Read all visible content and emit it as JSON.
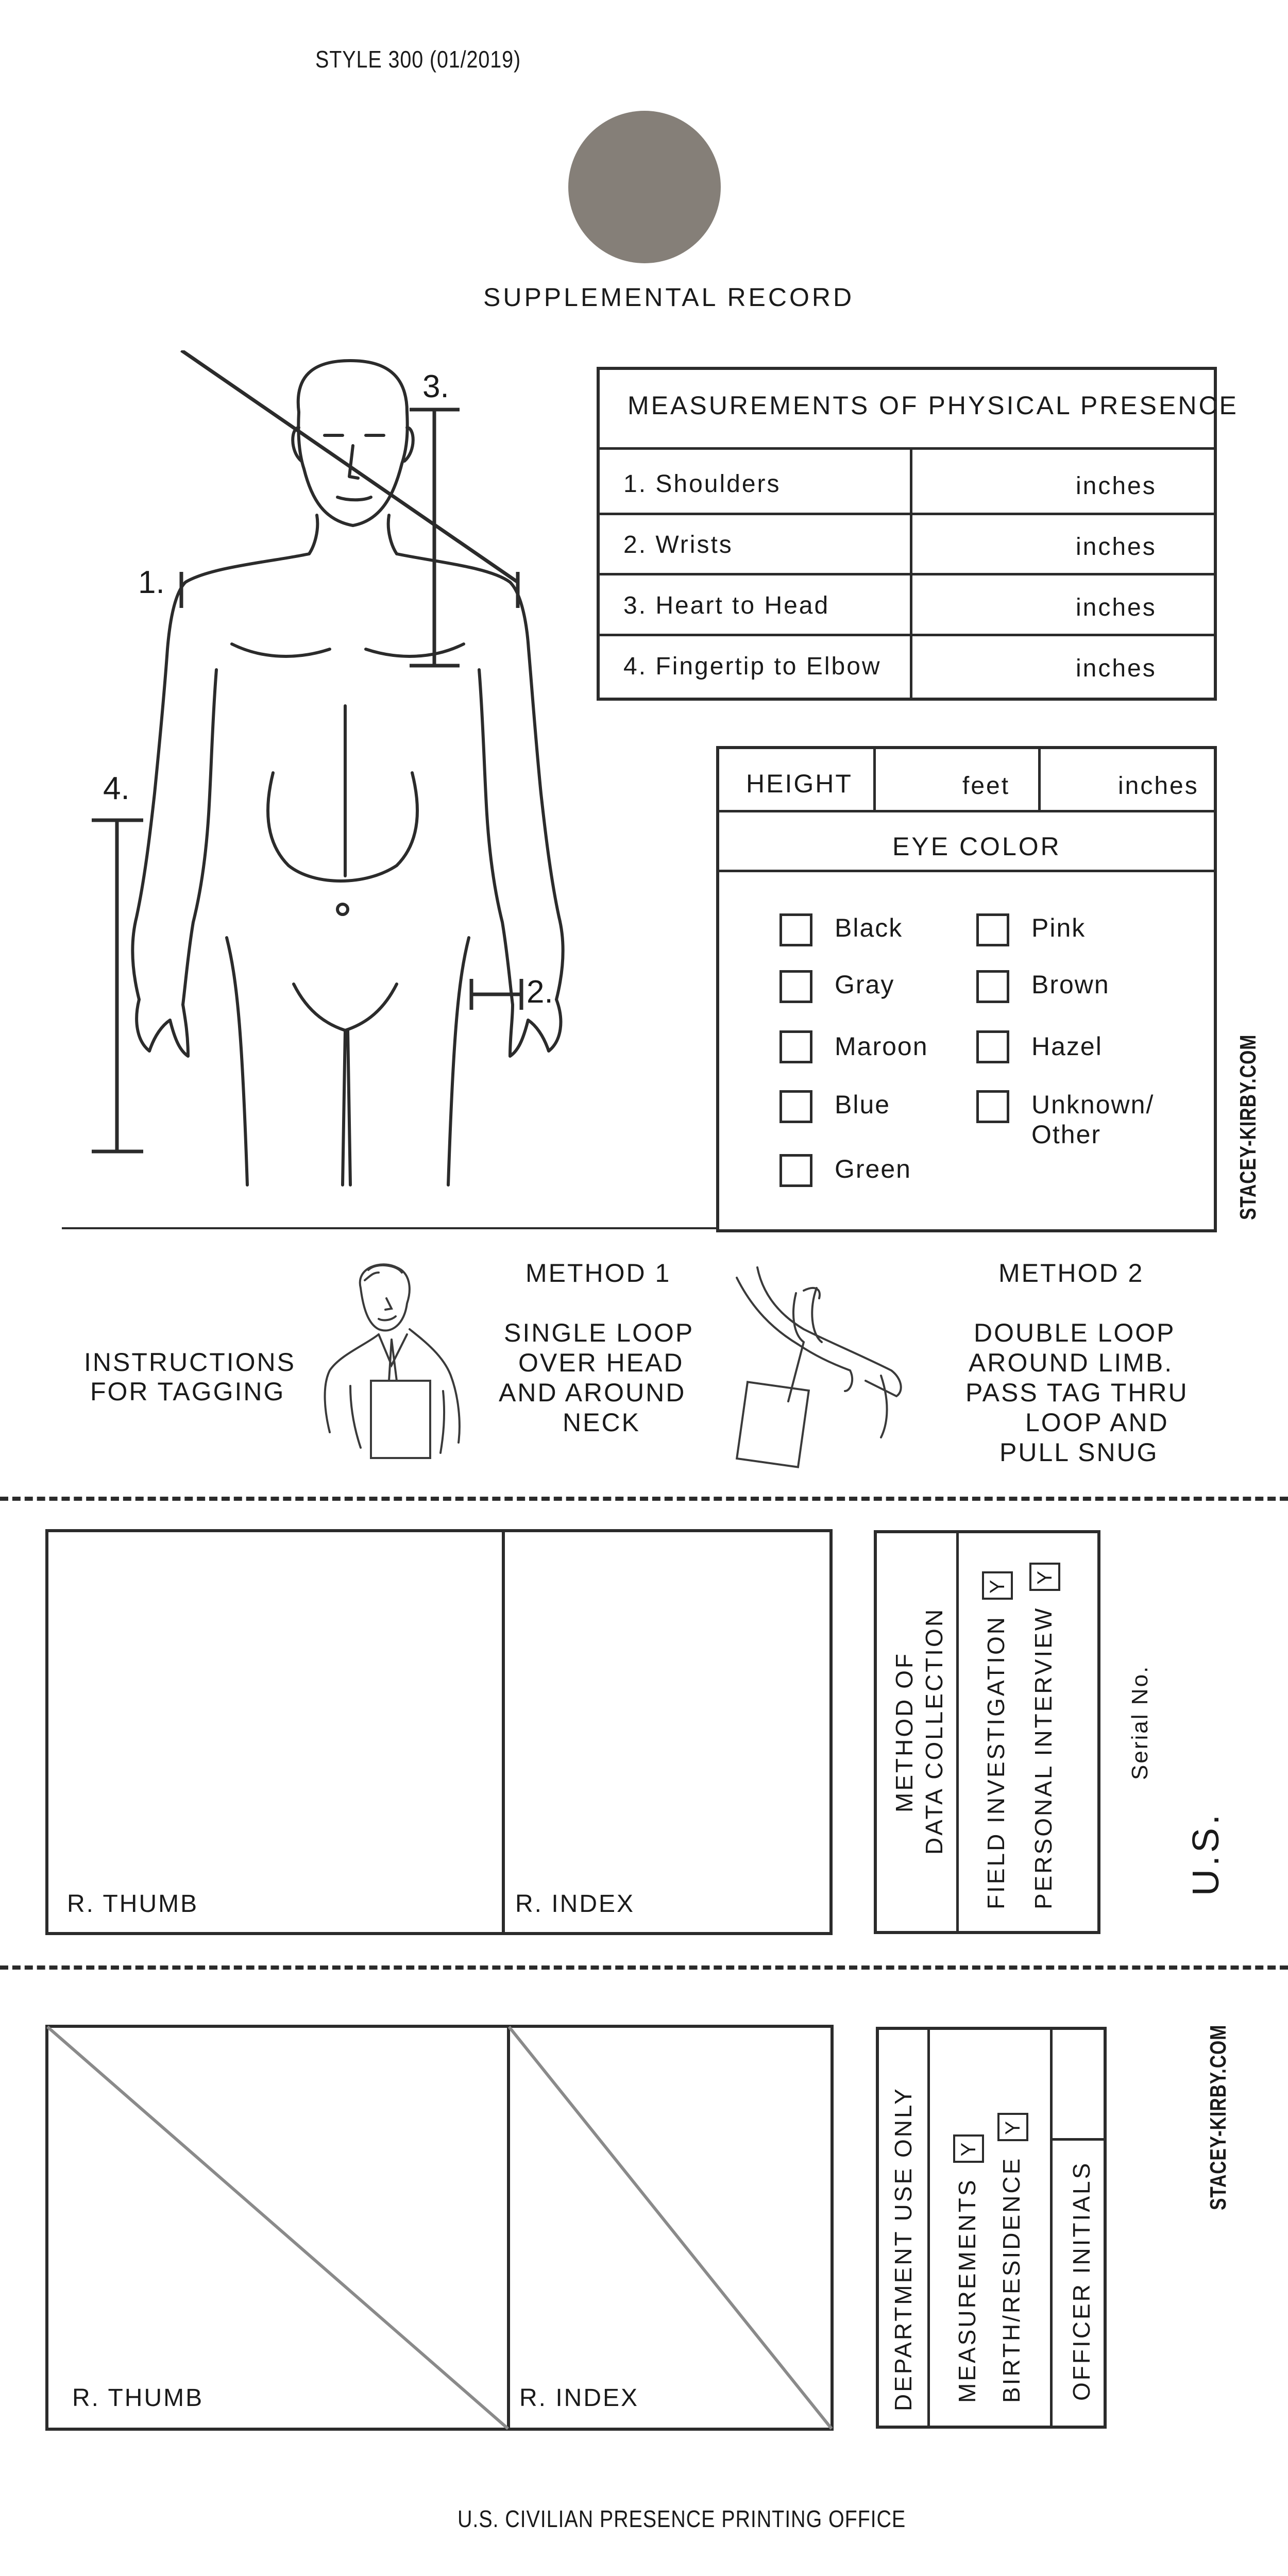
{
  "header": {
    "style_code": "STYLE 300 (01/2019)",
    "title": "SUPPLEMENTAL RECORD"
  },
  "colors": {
    "seal": "#857f78",
    "ink": "#2b2b2b"
  },
  "figure_labels": [
    "1.",
    "2.",
    "3.",
    "4."
  ],
  "measurements": {
    "title": "MEASUREMENTS OF PHYSICAL PRESENCE",
    "rows": [
      {
        "label": "1. Shoulders",
        "unit": "inches"
      },
      {
        "label": "2. Wrists",
        "unit": "inches"
      },
      {
        "label": "3. Heart to Head",
        "unit": "inches"
      },
      {
        "label": "4. Fingertip to Elbow",
        "unit": "inches"
      }
    ]
  },
  "height": {
    "label": "HEIGHT",
    "unit1": "feet",
    "unit2": "inches"
  },
  "eye_color": {
    "title": "EYE COLOR",
    "left": [
      "Black",
      "Gray",
      "Maroon",
      "Blue",
      "Green"
    ],
    "right": [
      "Pink",
      "Brown",
      "Hazel",
      "Unknown/",
      "Other"
    ]
  },
  "side_credit": "STACEY-KIRBY.COM",
  "tagging": {
    "instructions_l1": "INSTRUCTIONS",
    "instructions_l2": "FOR TAGGING",
    "method1_title": "METHOD 1",
    "method1_lines": [
      "SINGLE LOOP",
      "OVER HEAD",
      "AND AROUND",
      "NECK"
    ],
    "method2_title": "METHOD 2",
    "method2_lines": [
      "DOUBLE LOOP",
      "AROUND LIMB.",
      "PASS TAG THRU",
      "LOOP AND",
      "PULL SNUG"
    ]
  },
  "prints1": {
    "left": "R. THUMB",
    "right": "R. INDEX"
  },
  "collection": {
    "title_l1": "METHOD OF",
    "title_l2": "DATA COLLECTION",
    "opt1": "FIELD INVESTIGATION",
    "opt2": "PERSONAL INTERVIEW",
    "mark": "Y"
  },
  "serial_label": "Serial No.",
  "country": "U.S.",
  "prints2": {
    "left": "R. THUMB",
    "right": "R. INDEX"
  },
  "department": {
    "title": "DEPARTMENT USE ONLY",
    "opt1": "MEASUREMENTS",
    "opt2": "BIRTH/RESIDENCE",
    "mark": "Y",
    "officer": "OFFICER INITIALS"
  },
  "footer": "U.S. CIVILIAN PRESENCE PRINTING OFFICE"
}
